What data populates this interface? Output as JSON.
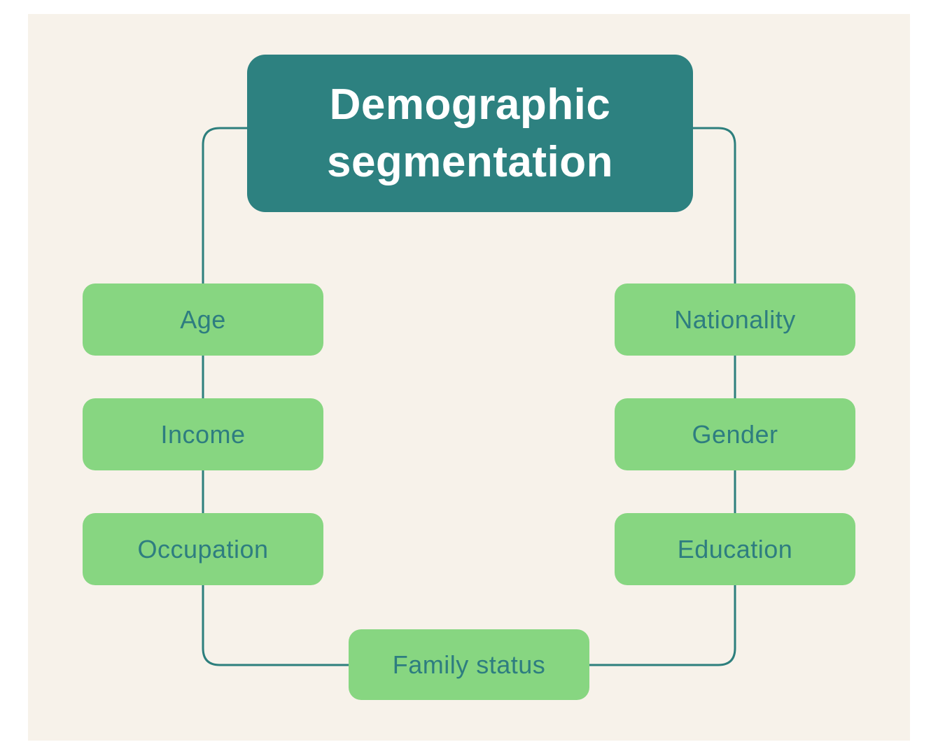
{
  "title": {
    "text": "Demographic segmentation"
  },
  "nodes": {
    "left": [
      "Age",
      "Income",
      "Occupation"
    ],
    "right": [
      "Nationality",
      "Gender",
      "Education"
    ],
    "bottom": [
      "Family status"
    ]
  },
  "colors": {
    "page_background": "#ffffff",
    "panel_background": "#f7f2ea",
    "title_box": "#2d8180",
    "title_text": "#ffffff",
    "node_box": "#87d681",
    "node_text": "#2e7d80",
    "connector_line": "#2d7f7d"
  }
}
